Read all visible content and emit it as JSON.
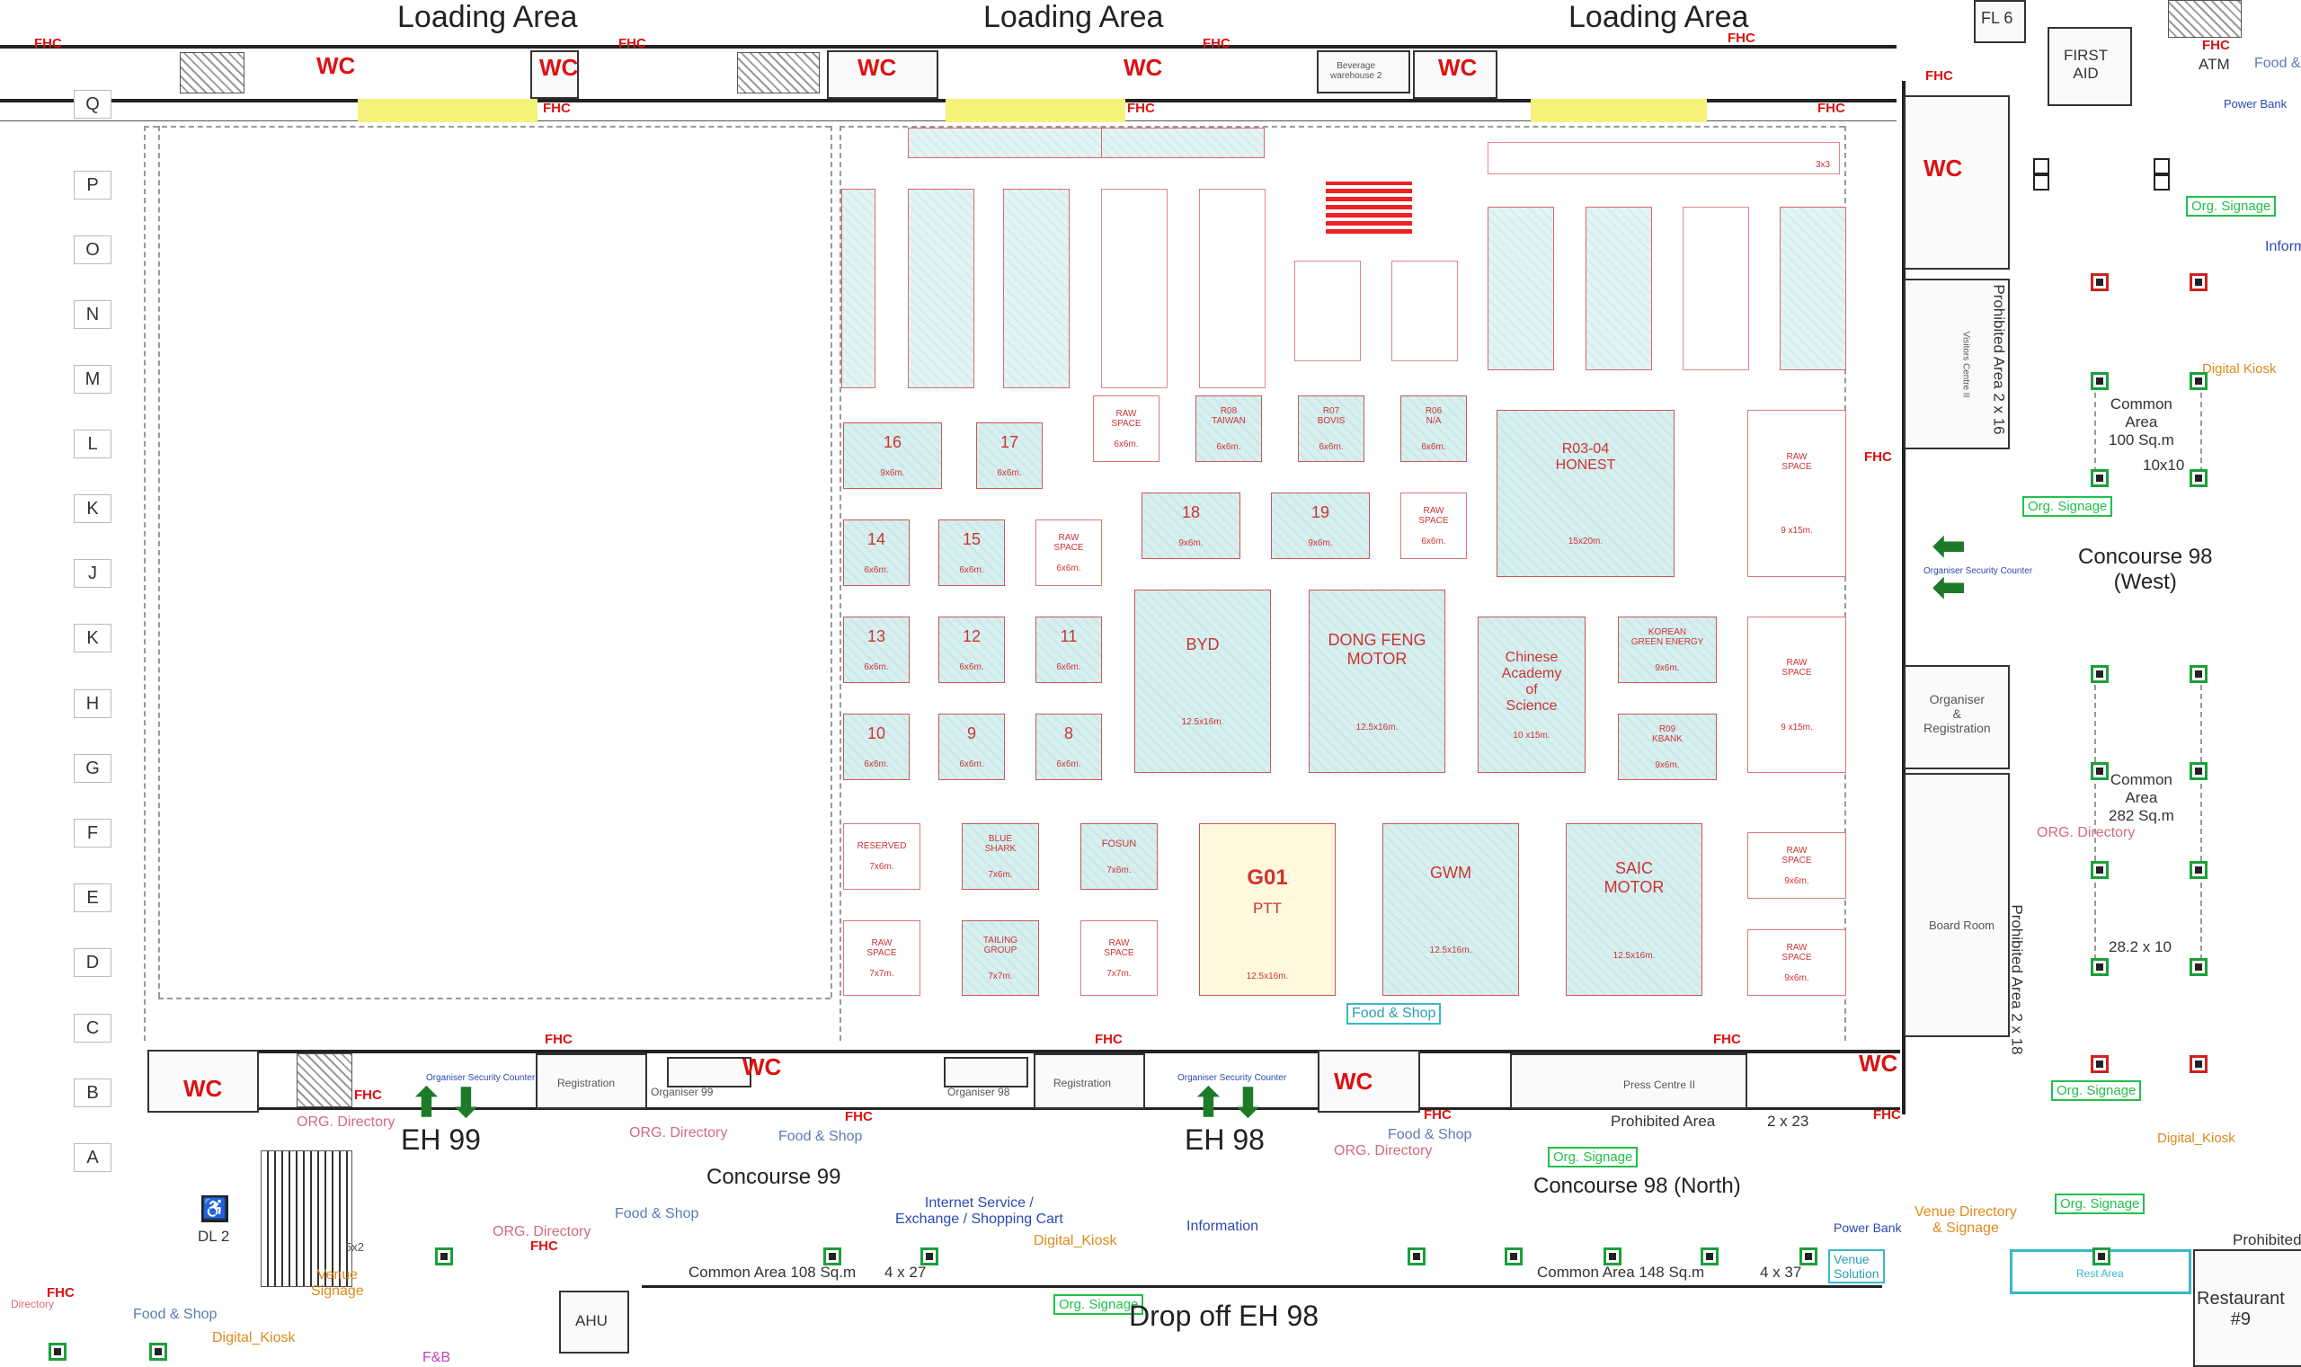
{
  "loading_areas": [
    "Loading Area",
    "Loading Area",
    "Loading Area"
  ],
  "grid_rows": [
    "Q",
    "P",
    "O",
    "N",
    "M",
    "L",
    "K",
    "J",
    "K",
    "H",
    "G",
    "F",
    "E",
    "D",
    "C",
    "B",
    "A"
  ],
  "labels": {
    "fhc": "FHC",
    "wc": "WC",
    "fl6": "FL 6",
    "first_aid": "FIRST\nAID",
    "atm": "ATM",
    "power_bank": "Power Bank",
    "food_amp": "Food &",
    "beverage": "Beverage\nwarehouse 2",
    "eh99": "EH 99",
    "eh98": "EH 98",
    "concourse99": "Concourse 99",
    "concourse98n": "Concourse 98 (North)",
    "concourse98w": "Concourse 98\n(West)",
    "drop_off": "Drop off EH 98",
    "dl2": "DL 2",
    "ahu": "AHU",
    "restaurant": "Restaurant\n#9",
    "prohibited_area": "Prohibited Area",
    "prohibited": "Prohibited",
    "prohibited_2x16": "Prohibited Area   2 x 16",
    "prohibited_2x18": "Prohibited Area   2 x 18",
    "dim_2x23": "2 x 23",
    "common_108": "Common Area 108 Sq.m",
    "dim_4x27": "4 x 27",
    "common_148": "Common Area 148 Sq.m",
    "dim_4x37": "4 x 37",
    "common_100": "Common\nArea\n100 Sq.m",
    "dim_10x10": "10x10",
    "common_282": "Common\nArea\n282 Sq.m",
    "dim_282x10": "28.2 x 10",
    "org_directory": "ORG. Directory",
    "food_shop": "Food & Shop",
    "org_signage": "Org. Signage",
    "digital_kiosk": "Digital_Kiosk",
    "digital_kiosk2": "Digital Kiosk",
    "internet": "Internet Service /\nExchange / Shopping Cart",
    "information": "Information",
    "inform": "Inform",
    "venue_dir": "Venue Directory\n& Signage",
    "venue_solution": "Venue\nSolution",
    "rest_area": "Rest Area",
    "registration": "Registration",
    "organiser99": "Organiser 99",
    "organiser98": "Organiser 98",
    "organiser_sec": "Organiser Security Counter",
    "press": "Press Centre II",
    "board_room": "Board Room",
    "visitors_centre": "Visitors Centre II",
    "org_reg": "Organiser\n&\nRegistration",
    "directory": "Directory",
    "signage_small": "Venue\nSignage",
    "fb": "F&B",
    "dim_5x2": "5x2",
    "dim_3x3": "3x3"
  },
  "booths": [
    {
      "id": "16",
      "size": "9x6m."
    },
    {
      "id": "17",
      "size": "6x6m."
    },
    {
      "id": "14",
      "size": "6x6m."
    },
    {
      "id": "15",
      "size": "6x6m."
    },
    {
      "id": "13",
      "size": "6x6m."
    },
    {
      "id": "12",
      "size": "6x6m."
    },
    {
      "id": "11",
      "size": "6x6m."
    },
    {
      "id": "10",
      "size": "6x6m."
    },
    {
      "id": "9",
      "size": "6x6m."
    },
    {
      "id": "8",
      "size": "6x6m."
    },
    {
      "id": "18",
      "size": "9x6m."
    },
    {
      "id": "19",
      "size": "9x6m."
    },
    {
      "id": "R08\nTAIWAN",
      "size": "6x6m."
    },
    {
      "id": "R07\nBOVIS",
      "size": "6x6m."
    },
    {
      "id": "R06\nN/A",
      "size": "6x6m."
    },
    {
      "id": "R03-04\nHONEST",
      "size": "15x20m."
    },
    {
      "id": "BYD",
      "size": "12.5x16m."
    },
    {
      "id": "DONG FENG\nMOTOR",
      "size": "12.5x16m."
    },
    {
      "id": "Chinese\nAcademy\nof\nScience",
      "size": "10 x15m."
    },
    {
      "id": "KOREAN\nGREEN ENERGY",
      "size": "9x6m."
    },
    {
      "id": "R09\nKBANK",
      "size": "9x6m."
    },
    {
      "id": "BLUE\nSHARK",
      "size": "7x6m."
    },
    {
      "id": "FOSUN",
      "size": "7x6m."
    },
    {
      "id": "G01",
      "sub": "PTT",
      "size": "12.5x16m."
    },
    {
      "id": "GWM",
      "size": "12.5x16m."
    },
    {
      "id": "SAIC\nMOTOR",
      "size": "12.5x16m."
    },
    {
      "id": "TAILING\nGROUP",
      "size": "7x7m."
    }
  ],
  "raw_spaces": [
    {
      "label": "RAW\nSPACE",
      "size": "6x6m."
    },
    {
      "label": "RAW\nSPACE",
      "size": "6x6m."
    },
    {
      "label": "RAW\nSPACE",
      "size": "6x6m."
    },
    {
      "label": "RESERVED",
      "size": "7x6m."
    },
    {
      "label": "RAW\nSPACE",
      "size": "7x7m."
    },
    {
      "label": "RAW\nSPACE",
      "size": "7x7m."
    },
    {
      "label": "RAW\nSPACE",
      "size": "9 x15m."
    },
    {
      "label": "RAW\nSPACE",
      "size": "9 x15m."
    },
    {
      "label": "RAW\nSPACE",
      "size": "9x6m."
    },
    {
      "label": "RAW\nSPACE",
      "size": "9x6m."
    }
  ]
}
